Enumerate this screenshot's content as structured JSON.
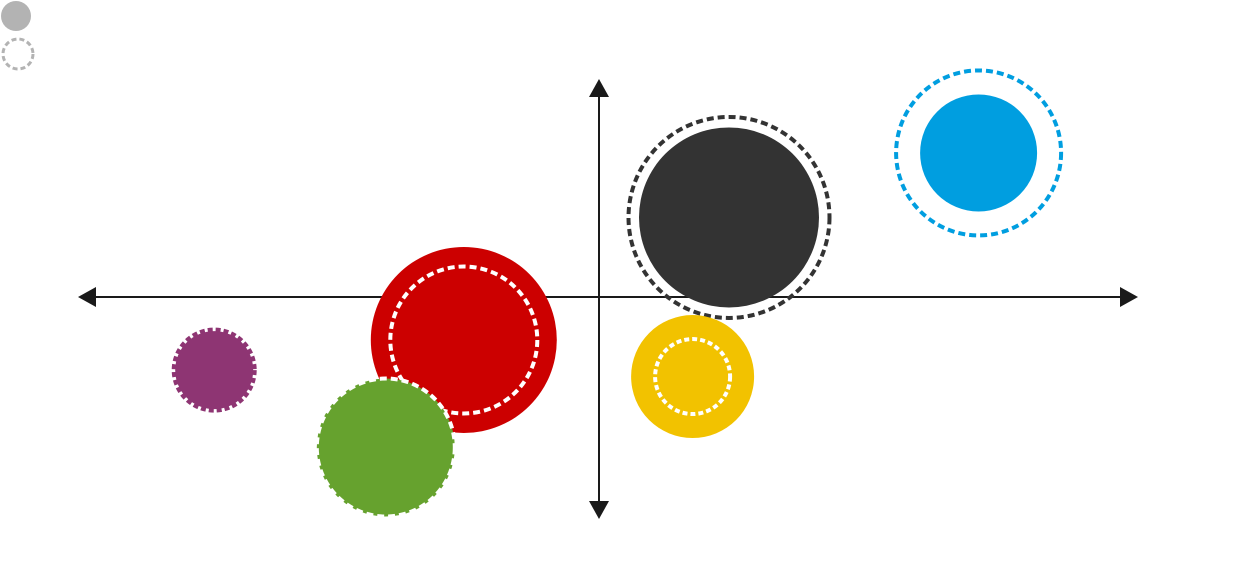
{
  "chart_data": {
    "type": "scatter",
    "subtype": "bubble",
    "title": "",
    "xlabel": "",
    "ylabel": "",
    "axes": "centered-crosshair-with-arrowheads",
    "grid": false,
    "tick_labels": false,
    "legend": {
      "placement": "top-left",
      "entries": [
        {
          "marker": "solid-circle",
          "color": "#b3b3b3"
        },
        {
          "marker": "dashed-ring",
          "color": "#b3b3b3"
        }
      ]
    },
    "xlim": [
      -1,
      1
    ],
    "ylim": [
      -1,
      1
    ],
    "points": [
      {
        "x": -0.74,
        "y": -0.34,
        "size_solid": 0.26,
        "size_ring": 0.27,
        "color": "#8e3573",
        "ring_color": "#8e3573",
        "ring_style": "outer"
      },
      {
        "x": -0.26,
        "y": -0.2,
        "size_solid": 0.62,
        "size_ring": 0.49,
        "color": "#cc0000",
        "ring_color": "#ffffff",
        "ring_style": "inner"
      },
      {
        "x": -0.41,
        "y": -0.7,
        "size_solid": 0.46,
        "size_ring": 0.46,
        "color": "#66a22e",
        "ring_color": "#ffffff",
        "ring_style": "edge"
      },
      {
        "x": 0.25,
        "y": 0.37,
        "size_solid": 0.6,
        "size_ring": 0.67,
        "color": "#333333",
        "ring_color": "#333333",
        "ring_style": "outer"
      },
      {
        "x": 0.18,
        "y": -0.37,
        "size_solid": 0.41,
        "size_ring": 0.25,
        "color": "#f2c200",
        "ring_color": "#ffffff",
        "ring_style": "inner"
      },
      {
        "x": 0.73,
        "y": 0.67,
        "size_solid": 0.39,
        "size_ring": 0.55,
        "color": "#009ee0",
        "ring_color": "#009ee0",
        "ring_style": "outer"
      }
    ]
  },
  "colors": {
    "axis": "#1a1a1a",
    "legend_gray": "#b3b3b3"
  }
}
